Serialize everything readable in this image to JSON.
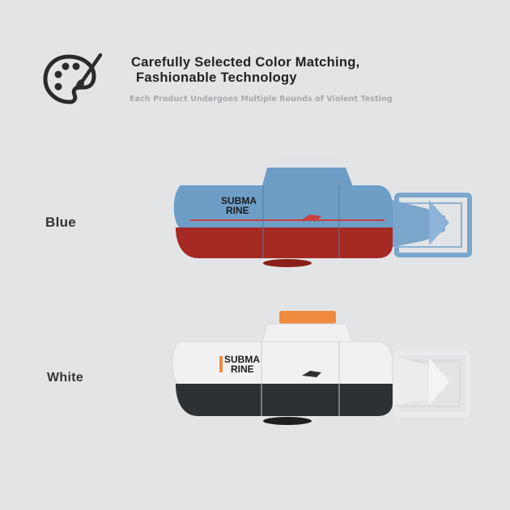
{
  "header": {
    "title_line1": "Carefully Selected Color Matching,",
    "title_line2": "Fashionable Technology",
    "subtitle": "Each Product Undergoes Multiple Rounds of Violent Testing",
    "icon": "palette-brush-icon"
  },
  "variants": [
    {
      "label": "Blue",
      "hull_top_color": "#6e9dc6",
      "hull_bottom_color": "#a52a23",
      "tower_color": "#e1e3e6",
      "logo_line1": "SUBMA",
      "logo_line2": "RINE"
    },
    {
      "label": "White",
      "hull_top_color": "#f1f1f1",
      "hull_bottom_color": "#2e3133",
      "tower_color": "#f08a3e",
      "logo_line1": "SUBMA",
      "logo_line2": "RINE"
    }
  ],
  "colors": {
    "background": "#e3e4e6",
    "text_dark": "#222222",
    "text_muted": "#a8a9ad"
  }
}
